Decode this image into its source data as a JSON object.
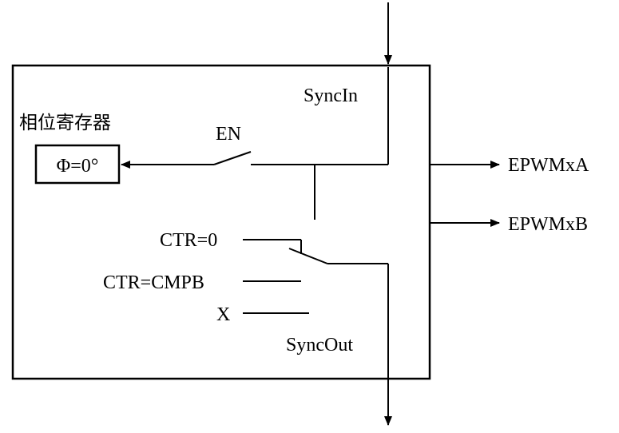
{
  "labels": {
    "sync_in": "SyncIn",
    "sync_out": "SyncOut",
    "phase_register_title": "相位寄存器",
    "phase_register_value": "Φ=0°",
    "enable": "EN",
    "ctr_zero": "CTR=0",
    "ctr_cmpb": "CTR=CMPB",
    "x_input": "X",
    "epwm_a": "EPWMxA",
    "epwm_b": "EPWMxB"
  },
  "colors": {
    "line": "#000000",
    "background": "#ffffff"
  }
}
